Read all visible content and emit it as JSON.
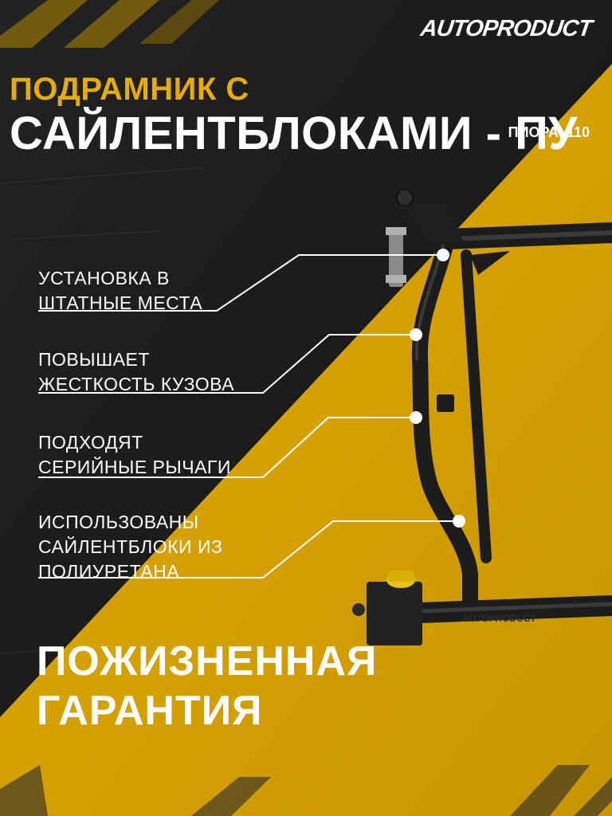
{
  "brand": {
    "name": "AUTOPRODUCT"
  },
  "title": {
    "line1": "ПОДРАМНИК С",
    "line2": "САЙЛЕНТБЛОКАМИ - ПУ"
  },
  "subtitle": "ПИОРА, 110",
  "features": [
    {
      "lines": [
        "УСТАНОВКА В",
        "ШТАТНЫЕ МЕСТА"
      ]
    },
    {
      "lines": [
        "ПОВЫШАЕТ",
        "ЖЕСТКОСТЬ КУЗОВА"
      ]
    },
    {
      "lines": [
        "ПОДХОДЯТ",
        "СЕРИЙНЫЕ РЫЧАГИ"
      ]
    },
    {
      "lines": [
        "ИСПОЛЬЗОВАНЫ",
        "САЙЛЕНТБЛОКИ ИЗ",
        "ПОЛИУРЕТАНА"
      ]
    }
  ],
  "guarantee": {
    "line1": "ПОЖИЗНЕННАЯ",
    "line2": "ГАРАНТИЯ"
  },
  "colors": {
    "background_dark": "#1c1c1c",
    "accent_yellow": "#d9a400",
    "text_white": "#ffffff",
    "title_yellow": "#e6ac00"
  },
  "icons": [
    "subframe-product-image",
    "hazard-stripes"
  ]
}
